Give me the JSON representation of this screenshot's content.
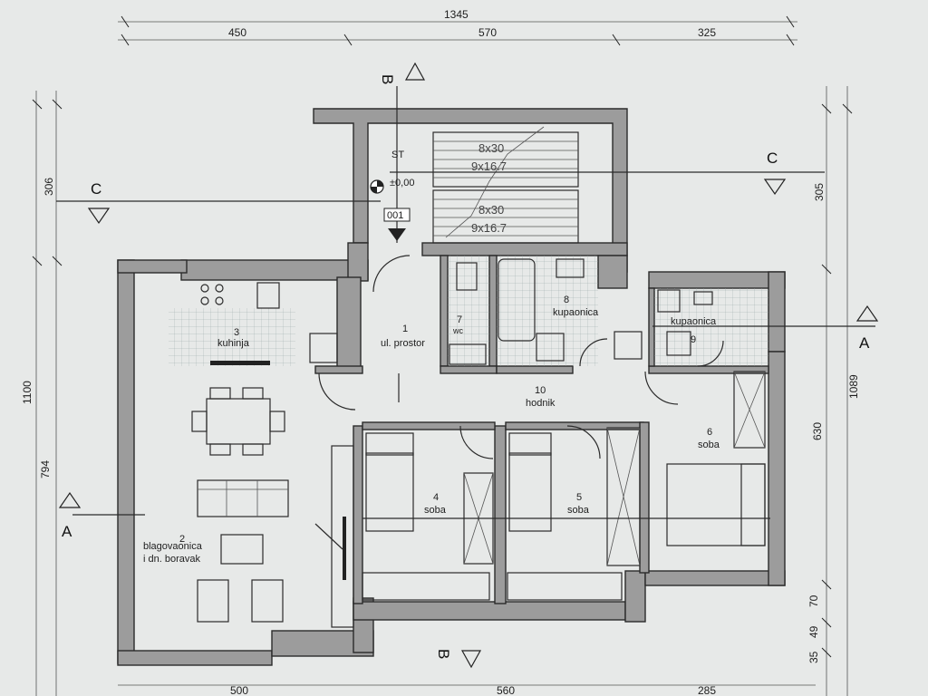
{
  "dimensions": {
    "top_total": "1345",
    "top_left": "450",
    "top_mid": "570",
    "top_right": "325",
    "bottom_left": "500",
    "bottom_mid": "560",
    "bottom_right": "285",
    "left_total": "1100",
    "left_top": "306",
    "left_bottom": "794",
    "right_total": "1089",
    "right_top": "305",
    "right_mid": "630",
    "right_small1": "70",
    "right_small2": "49",
    "right_small3": "35"
  },
  "sections": {
    "top_b": "B",
    "bottom_b": "B",
    "left_c": "C",
    "right_c": "C",
    "left_a": "A",
    "right_a": "A"
  },
  "stair": {
    "label": "ST",
    "level": "±0,00",
    "tag": "001",
    "steps_upper_1": "8x30",
    "steps_upper_2": "9x16.7",
    "steps_lower_1": "8x30",
    "steps_lower_2": "9x16.7"
  },
  "rooms": {
    "r1_num": "1",
    "r1_name": "ul. prostor",
    "r2_num": "2",
    "r2_name1": "blagovaonica",
    "r2_name2": "i dn. boravak",
    "r3_num": "3",
    "r3_name": "kuhinja",
    "r4_num": "4",
    "r4_name": "soba",
    "r5_num": "5",
    "r5_name": "soba",
    "r6_num": "6",
    "r6_name": "soba",
    "r7_num": "7",
    "r7_name": "wc",
    "r8_num": "8",
    "r8_name": "kupaonica",
    "r9_num": "9",
    "r9_name": "kupaonica",
    "r10_num": "10",
    "r10_name": "hodnik"
  }
}
